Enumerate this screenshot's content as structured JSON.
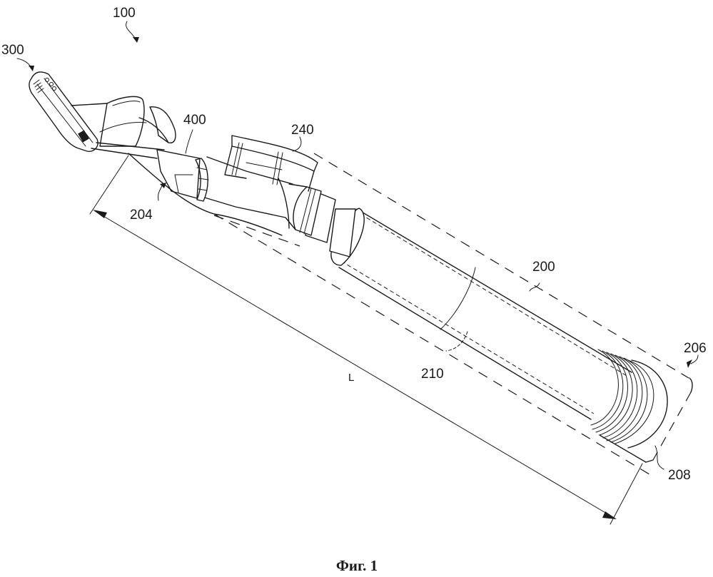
{
  "figure": {
    "caption": "Фиг. 1",
    "labels": {
      "device": "100",
      "head": "300",
      "connector": "400",
      "neck_section": "204",
      "grip_cover": "240",
      "handle": "200",
      "inner_member": "210",
      "end_opening": "206",
      "end_cap": "208",
      "length": "L"
    }
  }
}
